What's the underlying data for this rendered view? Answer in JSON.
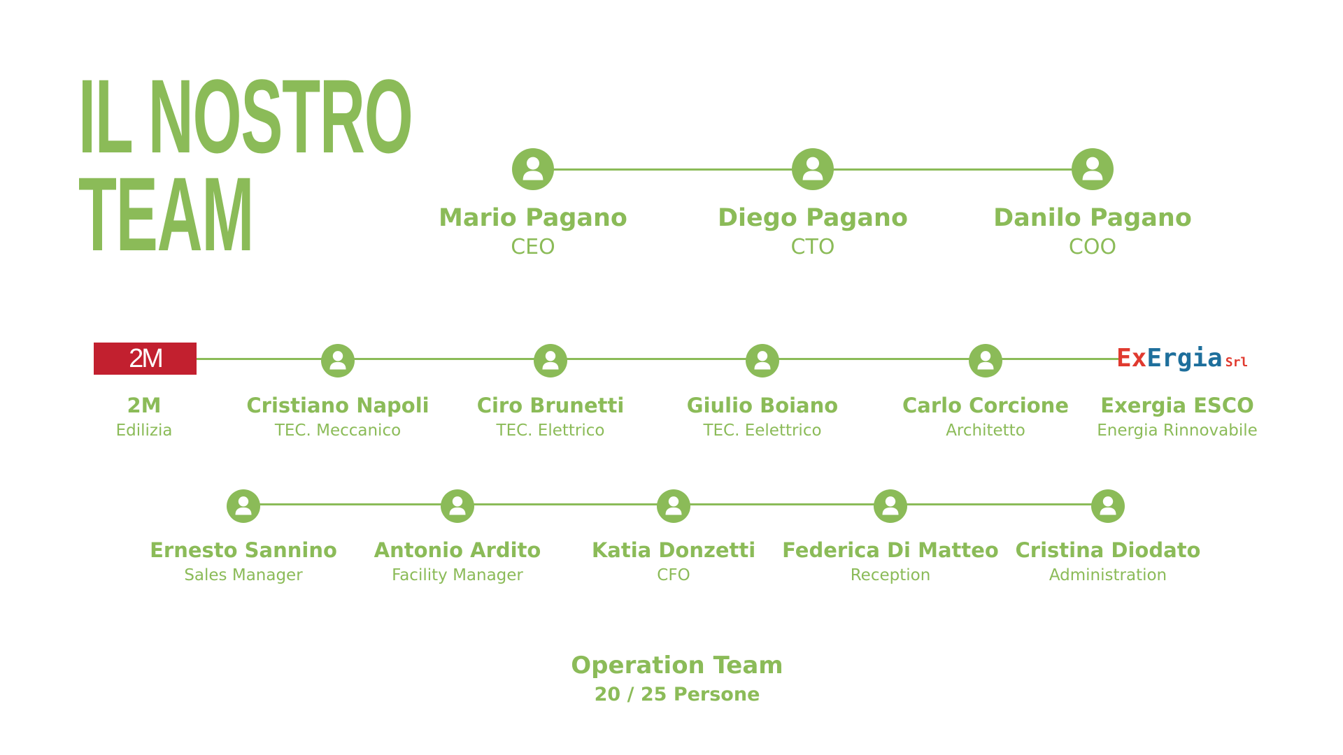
{
  "title": {
    "line1": "IL NOSTRO",
    "line2": "TEAM"
  },
  "accent_color": "#8bbb58",
  "node_icon": "user-icon",
  "executives": [
    {
      "name": "Mario Pagano",
      "role": "CEO"
    },
    {
      "name": "Diego Pagano",
      "role": "CTO"
    },
    {
      "name": "Danilo Pagano",
      "role": "COO"
    }
  ],
  "partners_row": [
    {
      "name": "2M",
      "role": "Edilizia",
      "logo_text": "2M"
    },
    {
      "name": "Cristiano Napoli",
      "role": "TEC. Meccanico"
    },
    {
      "name": "Ciro Brunetti",
      "role": "TEC. Elettrico"
    },
    {
      "name": "Giulio Boiano",
      "role": "TEC. Eelettrico"
    },
    {
      "name": "Carlo Corcione",
      "role": "Architetto"
    },
    {
      "name": "Exergia ESCO",
      "role": "Energia Rinnovabile",
      "logo_text": {
        "ex": "Ex",
        "ergia": "Ergia",
        "srl": "Srl"
      }
    }
  ],
  "staff_row": [
    {
      "name": "Ernesto Sannino",
      "role": "Sales Manager"
    },
    {
      "name": "Antonio Ardito",
      "role": "Facility Manager"
    },
    {
      "name": "Katia Donzetti",
      "role": "CFO"
    },
    {
      "name": "Federica Di Matteo",
      "role": "Reception"
    },
    {
      "name": "Cristina Diodato",
      "role": "Administration"
    }
  ],
  "footer": {
    "title": "Operation Team",
    "subtitle": "20 / 25 Persone"
  }
}
